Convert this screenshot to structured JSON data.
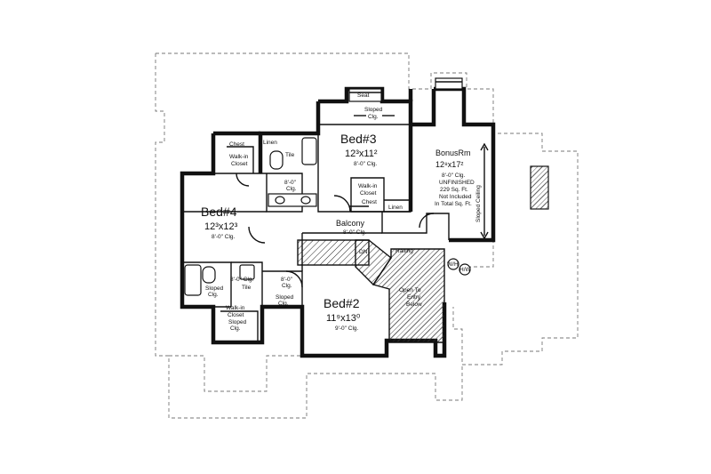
{
  "rooms": {
    "bed3": {
      "name": "Bed#3",
      "dims": "12³x11²",
      "ceiling": "8'-0\" Clg."
    },
    "bed4": {
      "name": "Bed#4",
      "dims": "12³x12³",
      "ceiling": "8'-0\" Clg."
    },
    "bed2": {
      "name": "Bed#2",
      "dims": "11⁹x13⁰",
      "ceiling": "9'-0\" Clg."
    },
    "bonus": {
      "name": "BonusRm",
      "dims": "12⁸x17²",
      "notes": [
        "8'-0\" Clg.",
        "UNFINISHED",
        "229 Sq. Ft.",
        "Not Included",
        "In Total Sq. Ft."
      ]
    },
    "balcony": {
      "name": "Balcony",
      "ceiling": "8'-0\" Clg."
    }
  },
  "labels": {
    "seat": "Seat",
    "sloped_clg_top": [
      "Sloped",
      "Clg."
    ],
    "linen_top": "Linen",
    "linen_mid": "Linen",
    "tile_top": "Tile",
    "chest_top": "Chest",
    "walkin_top": [
      "Walk-in",
      "Closet"
    ],
    "clg_top_bath": [
      "8'-0\"",
      "Clg."
    ],
    "walkin_bed3": [
      "Walk-in",
      "Closet"
    ],
    "chest_bed3": "Chest",
    "sloped_ceiling": "Sloped Ceiling",
    "railing": "Railing",
    "dn": "DN",
    "open_to_entry": [
      "Open To",
      "Entry",
      "Below"
    ],
    "wh": "W/H",
    "hw": "H/W",
    "bath_low_clg": "8'-0\" Clg.",
    "tile_low": "Tile",
    "sloped_clg_low": [
      "Sloped",
      "Clg."
    ],
    "clg_low_hall": [
      "8'-0\"",
      "Clg."
    ],
    "sloped_clg_hall": [
      "Sloped",
      "Clg."
    ],
    "walkin_low": [
      "Walk-in",
      "Closet"
    ],
    "sloped_clg_closet": [
      "Sloped",
      "Clg."
    ]
  }
}
